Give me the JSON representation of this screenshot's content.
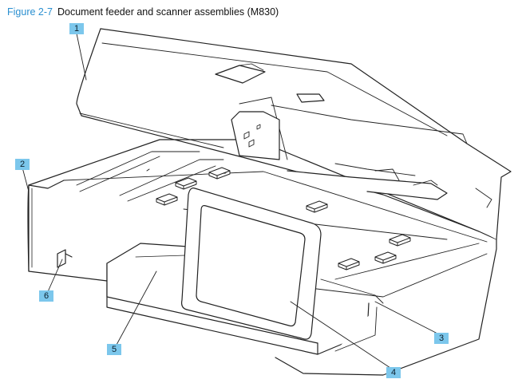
{
  "figure": {
    "number": "Figure 2-7",
    "title": "Document feeder and scanner assemblies (M830)"
  },
  "callouts": [
    {
      "id": "c1",
      "label": "1"
    },
    {
      "id": "c2",
      "label": "2"
    },
    {
      "id": "c3",
      "label": "3"
    },
    {
      "id": "c4",
      "label": "4"
    },
    {
      "id": "c5",
      "label": "5"
    },
    {
      "id": "c6",
      "label": "6"
    }
  ],
  "colors": {
    "callout_fill": "#7cc7ec",
    "figure_label": "#2a8fd0",
    "line": "#222222"
  }
}
